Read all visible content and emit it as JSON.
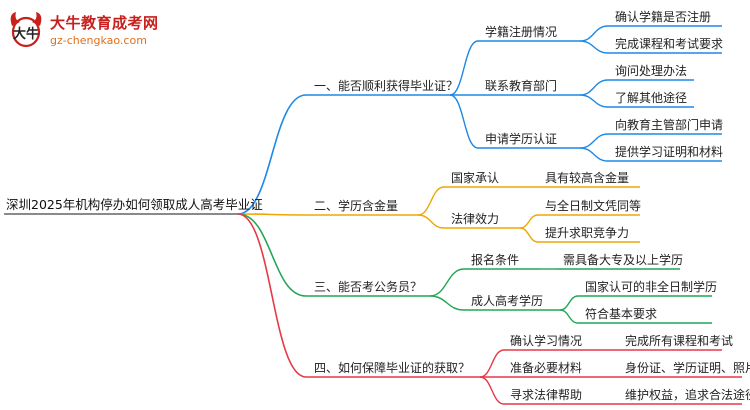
{
  "logo": {
    "title": "大牛教育成考网",
    "domain": "gz-chengkao.com",
    "mark": "大牛"
  },
  "colors": {
    "branch1": "#1e88e5",
    "branch2": "#f0a500",
    "branch3": "#22a655",
    "branch4": "#e53945",
    "root_line": "#444444"
  },
  "root": "深圳2025年机构停办如何领取成人高考毕业证",
  "branches": [
    {
      "label": "一、能否顺利获得毕业证？",
      "children": [
        {
          "label": "学籍注册情况",
          "children": [
            "确认学籍是否注册",
            "完成课程和考试要求"
          ]
        },
        {
          "label": "联系教育部门",
          "children": [
            "询问处理办法",
            "了解其他途径"
          ]
        },
        {
          "label": "申请学历认证",
          "children": [
            "向教育主管部门申请",
            "提供学习证明和材料"
          ]
        }
      ]
    },
    {
      "label": "二、学历含金量",
      "children": [
        {
          "label": "国家承认",
          "children": [
            "具有较高含金量"
          ]
        },
        {
          "label": "法律效力",
          "children": [
            "与全日制文凭同等",
            "提升求职竞争力"
          ]
        }
      ]
    },
    {
      "label": "三、能否考公务员？",
      "children": [
        {
          "label": "报名条件",
          "children": [
            "需具备大专及以上学历"
          ]
        },
        {
          "label": "成人高考学历",
          "children": [
            "国家认可的非全日制学历",
            "符合基本要求"
          ]
        }
      ]
    },
    {
      "label": "四、如何保障毕业证的获取？",
      "children": [
        {
          "label": "确认学习情况",
          "children": [
            "完成所有课程和考试"
          ]
        },
        {
          "label": "准备必要材料",
          "children": [
            "身份证、学历证明、照片"
          ]
        },
        {
          "label": "寻求法律帮助",
          "children": [
            "维护权益，追求合法途径"
          ]
        }
      ]
    }
  ]
}
